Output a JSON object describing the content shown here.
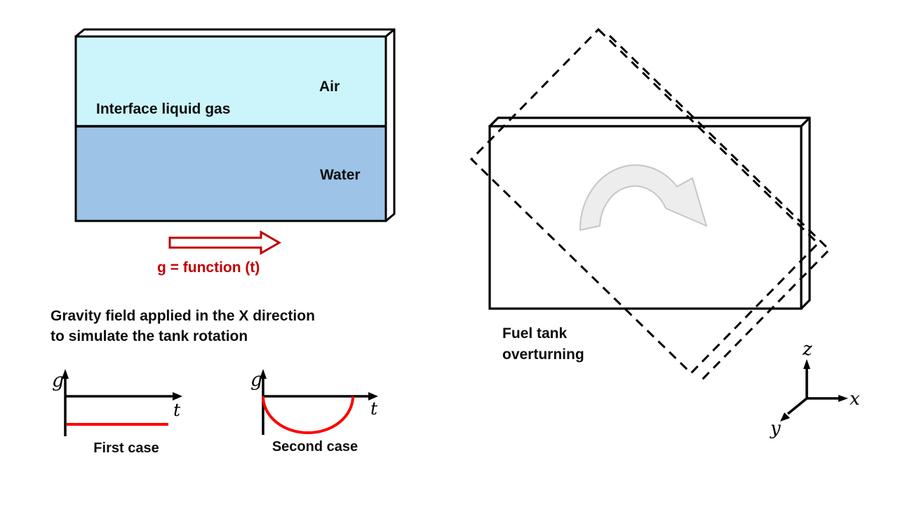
{
  "tank_diagram": {
    "air_label": "Air",
    "interface_label": "Interface liquid gas",
    "water_label": "Water",
    "air_color": "#ccf5fb",
    "water_color": "#9dc3e6",
    "outline_color": "#000000"
  },
  "gravity": {
    "equation": "g = function (t)",
    "accent_color": "#c00000",
    "caption_line1": "Gravity field applied in the X direction",
    "caption_line2": "to simulate the tank rotation"
  },
  "case_charts": {
    "curve_color": "#ff0000",
    "first": {
      "title": "First case",
      "x_label": "t",
      "y_label": "g",
      "curve_description": "constant negative g over time"
    },
    "second": {
      "title": "Second case",
      "x_label": "t",
      "y_label": "g",
      "curve_description": "half-ellipse dip below the time axis"
    }
  },
  "fuel_tank": {
    "label_line1": "Fuel tank",
    "label_line2": "overturning",
    "rotation_arrow_fill": "#ededed",
    "rotation_arrow_stroke": "#c6c6c6"
  },
  "axes_triad": {
    "x_label": "x",
    "y_label": "y",
    "z_label": "z"
  }
}
